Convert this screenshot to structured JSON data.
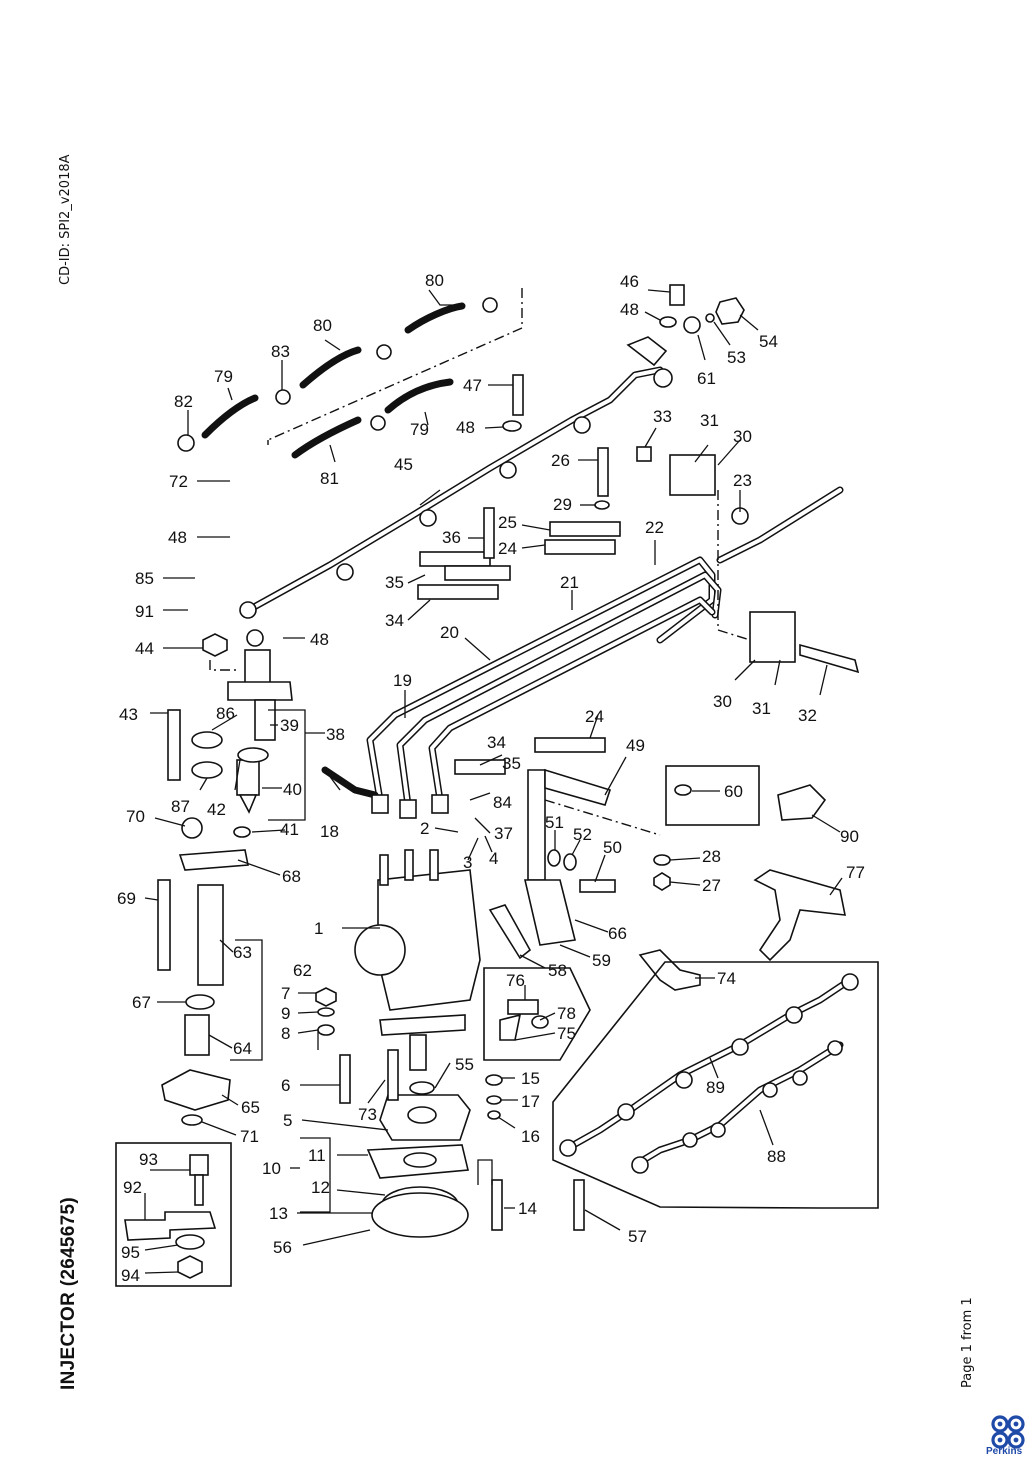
{
  "document": {
    "cd_id": "CD-ID: SPI2_v2018A",
    "title": "INJECTOR (2645675)",
    "page_label": "Page 1 from 1",
    "logo_text": "Perkins",
    "logo_color": "#1f4aa8"
  },
  "callouts": [
    {
      "id": "c1",
      "label": "1"
    },
    {
      "id": "c2",
      "label": "2"
    },
    {
      "id": "c3",
      "label": "3"
    },
    {
      "id": "c4",
      "label": "4"
    },
    {
      "id": "c5",
      "label": "5"
    },
    {
      "id": "c6",
      "label": "6"
    },
    {
      "id": "c7",
      "label": "7"
    },
    {
      "id": "c8",
      "label": "8"
    },
    {
      "id": "c9",
      "label": "9"
    },
    {
      "id": "c10",
      "label": "10"
    },
    {
      "id": "c11",
      "label": "11"
    },
    {
      "id": "c12",
      "label": "12"
    },
    {
      "id": "c13",
      "label": "13"
    },
    {
      "id": "c14",
      "label": "14"
    },
    {
      "id": "c15",
      "label": "15"
    },
    {
      "id": "c16",
      "label": "16"
    },
    {
      "id": "c17",
      "label": "17"
    },
    {
      "id": "c18",
      "label": "18"
    },
    {
      "id": "c19",
      "label": "19"
    },
    {
      "id": "c20",
      "label": "20"
    },
    {
      "id": "c21",
      "label": "21"
    },
    {
      "id": "c22",
      "label": "22"
    },
    {
      "id": "c23",
      "label": "23"
    },
    {
      "id": "c24a",
      "label": "24"
    },
    {
      "id": "c24b",
      "label": "24"
    },
    {
      "id": "c25",
      "label": "25"
    },
    {
      "id": "c26",
      "label": "26"
    },
    {
      "id": "c27",
      "label": "27"
    },
    {
      "id": "c28",
      "label": "28"
    },
    {
      "id": "c29",
      "label": "29"
    },
    {
      "id": "c30a",
      "label": "30"
    },
    {
      "id": "c30b",
      "label": "30"
    },
    {
      "id": "c31a",
      "label": "31"
    },
    {
      "id": "c31b",
      "label": "31"
    },
    {
      "id": "c32",
      "label": "32"
    },
    {
      "id": "c33",
      "label": "33"
    },
    {
      "id": "c34a",
      "label": "34"
    },
    {
      "id": "c34b",
      "label": "34"
    },
    {
      "id": "c35a",
      "label": "35"
    },
    {
      "id": "c35b",
      "label": "35"
    },
    {
      "id": "c36",
      "label": "36"
    },
    {
      "id": "c37",
      "label": "37"
    },
    {
      "id": "c38",
      "label": "38"
    },
    {
      "id": "c39",
      "label": "39"
    },
    {
      "id": "c40",
      "label": "40"
    },
    {
      "id": "c41",
      "label": "41"
    },
    {
      "id": "c42",
      "label": "42"
    },
    {
      "id": "c43",
      "label": "43"
    },
    {
      "id": "c44",
      "label": "44"
    },
    {
      "id": "c45",
      "label": "45"
    },
    {
      "id": "c46",
      "label": "46"
    },
    {
      "id": "c47",
      "label": "47"
    },
    {
      "id": "c48a",
      "label": "48"
    },
    {
      "id": "c48b",
      "label": "48"
    },
    {
      "id": "c48c",
      "label": "48"
    },
    {
      "id": "c48d",
      "label": "48"
    },
    {
      "id": "c49",
      "label": "49"
    },
    {
      "id": "c50",
      "label": "50"
    },
    {
      "id": "c51",
      "label": "51"
    },
    {
      "id": "c52",
      "label": "52"
    },
    {
      "id": "c53",
      "label": "53"
    },
    {
      "id": "c54",
      "label": "54"
    },
    {
      "id": "c55",
      "label": "55"
    },
    {
      "id": "c56",
      "label": "56"
    },
    {
      "id": "c57",
      "label": "57"
    },
    {
      "id": "c58",
      "label": "58"
    },
    {
      "id": "c59",
      "label": "59"
    },
    {
      "id": "c60",
      "label": "60"
    },
    {
      "id": "c61",
      "label": "61"
    },
    {
      "id": "c62",
      "label": "62"
    },
    {
      "id": "c63",
      "label": "63"
    },
    {
      "id": "c64",
      "label": "64"
    },
    {
      "id": "c65",
      "label": "65"
    },
    {
      "id": "c66",
      "label": "66"
    },
    {
      "id": "c67",
      "label": "67"
    },
    {
      "id": "c68",
      "label": "68"
    },
    {
      "id": "c69",
      "label": "69"
    },
    {
      "id": "c70",
      "label": "70"
    },
    {
      "id": "c71",
      "label": "71"
    },
    {
      "id": "c72",
      "label": "72"
    },
    {
      "id": "c73",
      "label": "73"
    },
    {
      "id": "c74",
      "label": "74"
    },
    {
      "id": "c75",
      "label": "75"
    },
    {
      "id": "c76",
      "label": "76"
    },
    {
      "id": "c77",
      "label": "77"
    },
    {
      "id": "c78",
      "label": "78"
    },
    {
      "id": "c79a",
      "label": "79"
    },
    {
      "id": "c79b",
      "label": "79"
    },
    {
      "id": "c80a",
      "label": "80"
    },
    {
      "id": "c80b",
      "label": "80"
    },
    {
      "id": "c81",
      "label": "81"
    },
    {
      "id": "c82",
      "label": "82"
    },
    {
      "id": "c83",
      "label": "83"
    },
    {
      "id": "c84",
      "label": "84"
    },
    {
      "id": "c85",
      "label": "85"
    },
    {
      "id": "c86",
      "label": "86"
    },
    {
      "id": "c87",
      "label": "87"
    },
    {
      "id": "c88",
      "label": "88"
    },
    {
      "id": "c89",
      "label": "89"
    },
    {
      "id": "c90",
      "label": "90"
    },
    {
      "id": "c91",
      "label": "91"
    },
    {
      "id": "c92",
      "label": "92"
    },
    {
      "id": "c93",
      "label": "93"
    },
    {
      "id": "c94",
      "label": "94"
    },
    {
      "id": "c95",
      "label": "95"
    }
  ]
}
